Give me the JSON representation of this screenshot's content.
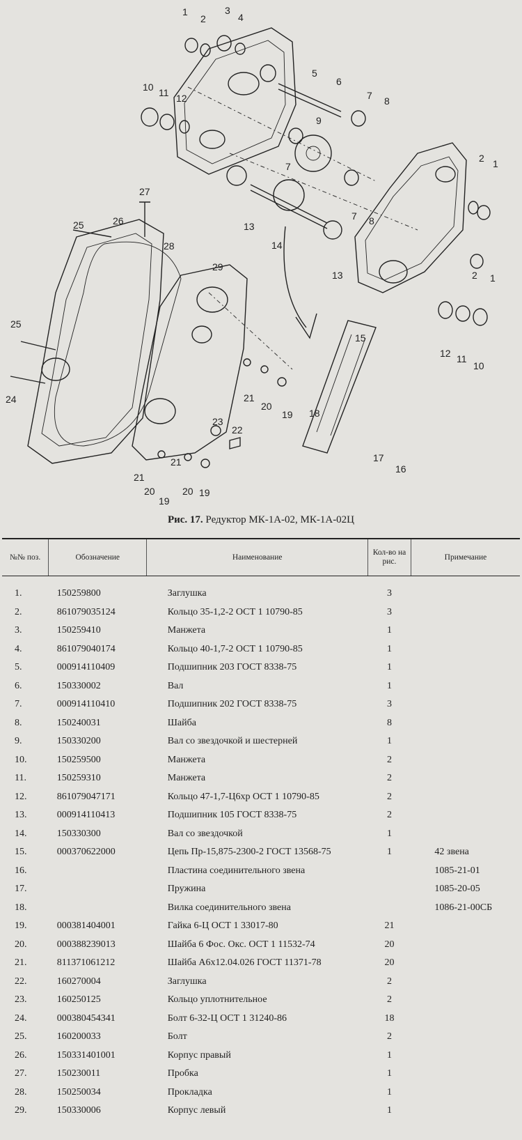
{
  "figure": {
    "callouts": [
      "1",
      "2",
      "3",
      "4",
      "5",
      "6",
      "7",
      "8",
      "9",
      "10",
      "11",
      "12",
      "13",
      "14",
      "15",
      "16",
      "17",
      "18",
      "19",
      "20",
      "21",
      "22",
      "23",
      "24",
      "25",
      "26",
      "27",
      "28",
      "29"
    ]
  },
  "caption": {
    "prefix": "Рис. 17.",
    "text": "Редуктор МК-1А-02, МК-1А-02Ц"
  },
  "table": {
    "headers": {
      "pos": "№№ поз.",
      "code": "Обозначение",
      "name": "Наименование",
      "qty": "Кол-во на рис.",
      "note": "Примечание"
    },
    "rows": [
      {
        "pos": "1.",
        "code": "150259800",
        "name": "Заглушка",
        "qty": "3",
        "note": ""
      },
      {
        "pos": "2.",
        "code": "861079035124",
        "name": "Кольцо 35-1,2-2 ОСТ 1 10790-85",
        "qty": "3",
        "note": ""
      },
      {
        "pos": "3.",
        "code": "150259410",
        "name": "Манжета",
        "qty": "1",
        "note": ""
      },
      {
        "pos": "4.",
        "code": "861079040174",
        "name": "Кольцо 40-1,7-2 ОСТ 1 10790-85",
        "qty": "1",
        "note": ""
      },
      {
        "pos": "5.",
        "code": "000914110409",
        "name": "Подшипник 203 ГОСТ 8338-75",
        "qty": "1",
        "note": ""
      },
      {
        "pos": "6.",
        "code": "150330002",
        "name": "Вал",
        "qty": "1",
        "note": ""
      },
      {
        "pos": "7.",
        "code": "000914110410",
        "name": "Подшипник 202 ГОСТ 8338-75",
        "qty": "3",
        "note": ""
      },
      {
        "pos": "8.",
        "code": "150240031",
        "name": "Шайба",
        "qty": "8",
        "note": ""
      },
      {
        "pos": "9.",
        "code": "150330200",
        "name": "Вал со звездочкой и шестерней",
        "qty": "1",
        "note": ""
      },
      {
        "pos": "10.",
        "code": "150259500",
        "name": "Манжета",
        "qty": "2",
        "note": ""
      },
      {
        "pos": "11.",
        "code": "150259310",
        "name": "Манжета",
        "qty": "2",
        "note": ""
      },
      {
        "pos": "12.",
        "code": "861079047171",
        "name": "Кольцо 47-1,7-Ц6хр ОСТ 1 10790-85",
        "qty": "2",
        "note": ""
      },
      {
        "pos": "13.",
        "code": "000914110413",
        "name": "Подшипник 105 ГОСТ 8338-75",
        "qty": "2",
        "note": ""
      },
      {
        "pos": "14.",
        "code": "150330300",
        "name": "Вал со звездочкой",
        "qty": "1",
        "note": ""
      },
      {
        "pos": "15.",
        "code": "000370622000",
        "name": "Цепь Пр-15,875-2300-2 ГОСТ 13568-75",
        "qty": "1",
        "note": "42 звена"
      },
      {
        "pos": "16.",
        "code": "",
        "name": "Пластина соединительного звена",
        "qty": "",
        "note": "1085-21-01"
      },
      {
        "pos": "17.",
        "code": "",
        "name": "Пружина",
        "qty": "",
        "note": "1085-20-05"
      },
      {
        "pos": "18.",
        "code": "",
        "name": "Вилка соединительного звена",
        "qty": "",
        "note": "1086-21-00СБ"
      },
      {
        "pos": "19.",
        "code": "000381404001",
        "name": "Гайка 6-Ц ОСТ 1 33017-80",
        "qty": "21",
        "note": ""
      },
      {
        "pos": "20.",
        "code": "000388239013",
        "name": "Шайба 6 Фос. Окс. ОСТ 1 11532-74",
        "qty": "20",
        "note": ""
      },
      {
        "pos": "21.",
        "code": "811371061212",
        "name": "Шайба А6х12.04.026 ГОСТ 11371-78",
        "qty": "20",
        "note": ""
      },
      {
        "pos": "22.",
        "code": "160270004",
        "name": "Заглушка",
        "qty": "2",
        "note": ""
      },
      {
        "pos": "23.",
        "code": "160250125",
        "name": "Кольцо уплотнительное",
        "qty": "2",
        "note": ""
      },
      {
        "pos": "24.",
        "code": "000380454341",
        "name": "Болт 6-32-Ц ОСТ 1 31240-86",
        "qty": "18",
        "note": ""
      },
      {
        "pos": "25.",
        "code": "160200033",
        "name": "Болт",
        "qty": "2",
        "note": ""
      },
      {
        "pos": "26.",
        "code": "150331401001",
        "name": "Корпус правый",
        "qty": "1",
        "note": ""
      },
      {
        "pos": "27.",
        "code": "150230011",
        "name": "Пробка",
        "qty": "1",
        "note": ""
      },
      {
        "pos": "28.",
        "code": "150250034",
        "name": "Прокладка",
        "qty": "1",
        "note": ""
      },
      {
        "pos": "29.",
        "code": "150330006",
        "name": "Корпус левый",
        "qty": "1",
        "note": ""
      }
    ]
  }
}
